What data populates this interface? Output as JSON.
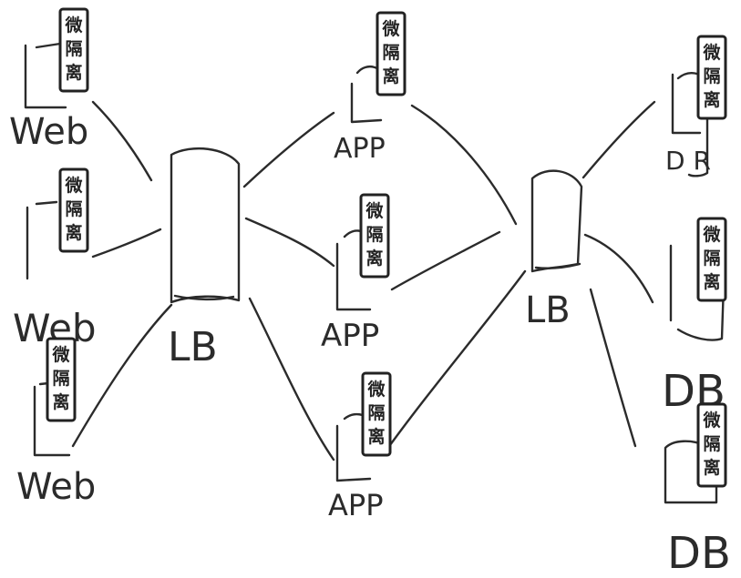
{
  "badge_text": [
    "微",
    "隔",
    "离"
  ],
  "labels": {
    "web": [
      "Web",
      "Web",
      "Web"
    ],
    "lb": [
      "LB",
      "LB"
    ],
    "app": [
      "APP",
      "APP",
      "APP"
    ],
    "db": [
      "D R",
      "DB",
      "DB"
    ]
  }
}
